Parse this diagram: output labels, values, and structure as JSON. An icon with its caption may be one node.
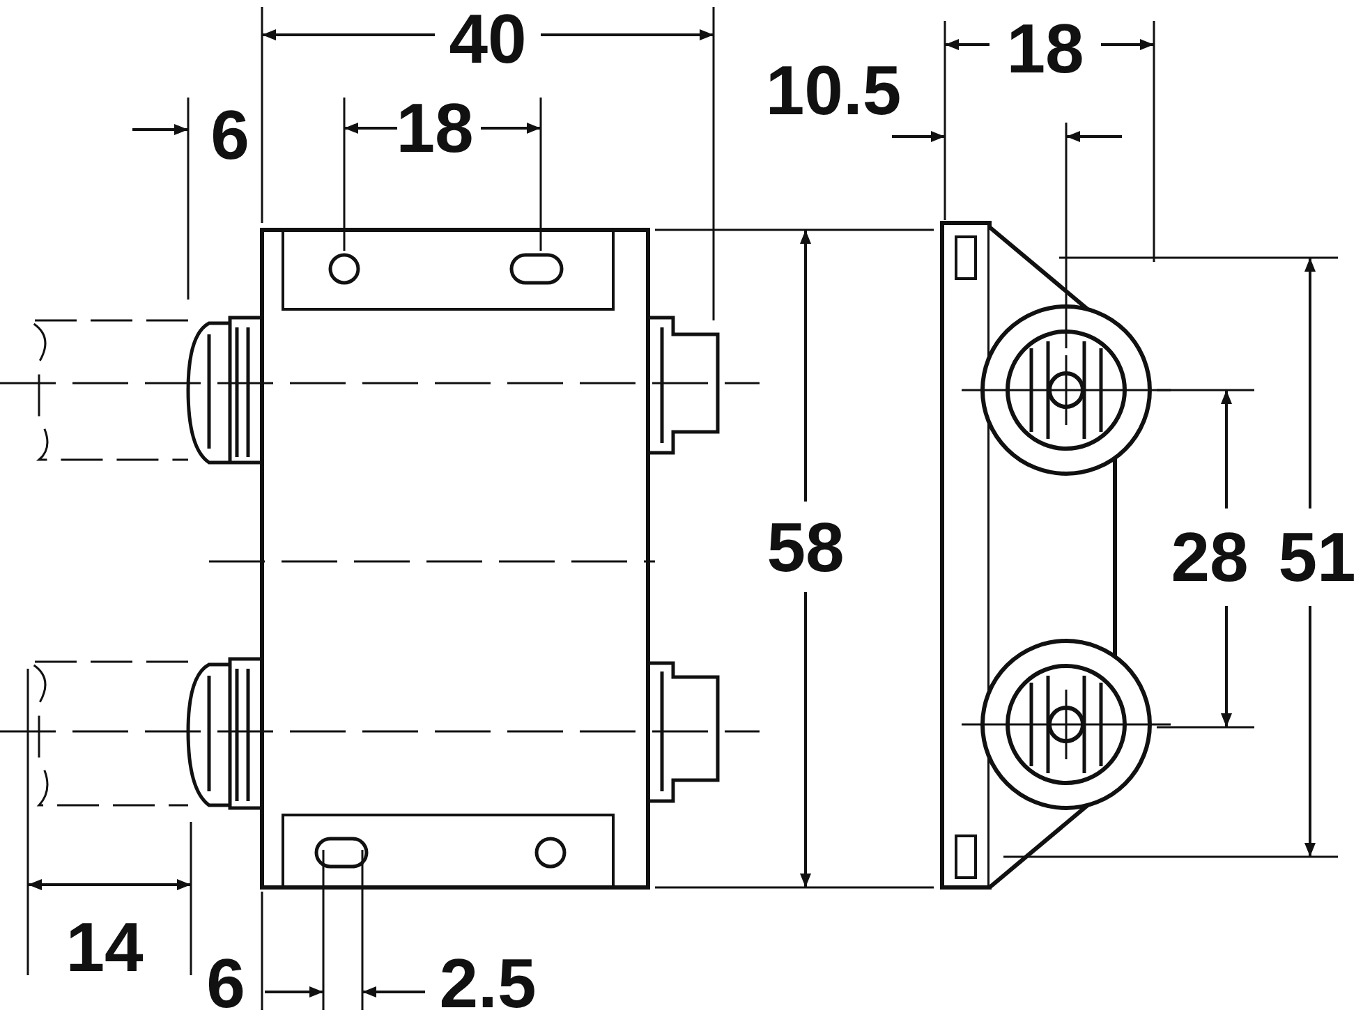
{
  "diagram": {
    "labels": [
      "40",
      "18",
      "10.5",
      "6",
      "18",
      "58",
      "28",
      "51",
      "14",
      "6",
      "2.5"
    ]
  }
}
